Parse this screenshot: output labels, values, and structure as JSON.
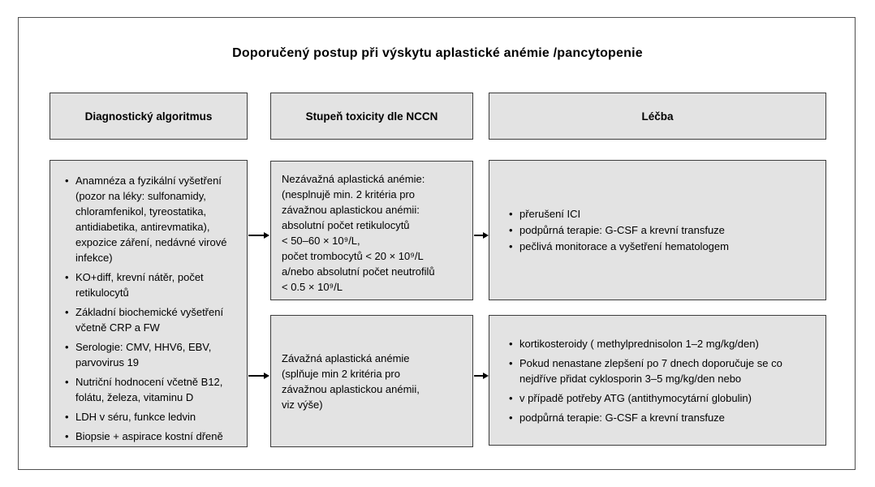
{
  "title": "Doporučený postup při výskytu aplastické anémie /pancytopenie",
  "headers": {
    "diagnostics": "Diagnostický algoritmus",
    "toxicity": "Stupeň toxicity dle NCCN",
    "treatment": "Léčba"
  },
  "diagnostics": {
    "items": [
      "Anamnéza a fyzikální vyšetření (pozor na léky: sulfonamidy, chloramfenikol, tyreostatika, antidiabetika, antirevmatika), expozice záření, nedávné virové infekce)",
      "KO+diff, krevní nátěr, počet retikulocytů",
      "Základní biochemické vyšetření včetně CRP a FW",
      "Serologie: CMV, HHV6, EBV, parvovirus 19",
      "Nutriční hodnocení včetně B12, folátu, železa, vitaminu D",
      "LDH v séru, funkce ledvin",
      "Biopsie + aspirace kostní dřeně"
    ]
  },
  "toxicity": {
    "non_severe": "Nezávažná aplastická anémie:\n(nesplnujě min. 2 kritéria pro\nzávažnou aplastickou anémii:\nabsolutní počet retikulocytů\n< 50–60 × 10⁹/L,\npočet trombocytů < 20 × 10⁹/L\na/nebo absolutní počet neutrofilů\n< 0.5 × 10⁹/L",
    "severe": "Závažná aplastická anémie\n(splňuje min 2 kritéria pro\nzávažnou aplastickou anémii,\nviz výše)"
  },
  "treatment": {
    "non_severe_items": [
      "přerušení ICI",
      "podpůrná terapie: G-CSF a krevní transfuze",
      "pečlivá monitorace a vyšetření hematologem"
    ],
    "severe_items": [
      "kortikosteroidy ( methylprednisolon 1–2 mg/kg/den)",
      "Pokud nenastane zlepšení po 7 dnech  doporučuje se co nejdříve přidat cyklosporin 3–5 mg/kg/den nebo",
      "v případě potřeby ATG (antithymocytární globulin)",
      "podpůrná terapie: G-CSF a krevní transfuze"
    ]
  },
  "colors": {
    "background": "#ffffff",
    "box_fill": "#e3e3e3",
    "box_border": "#3c3c3c",
    "frame_border": "#4f4f4f",
    "arrow": "#000000",
    "text": "#000000"
  }
}
